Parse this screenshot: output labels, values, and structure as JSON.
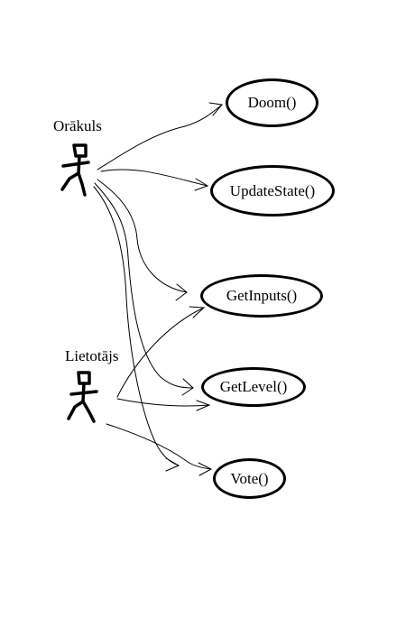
{
  "actors": [
    {
      "label": "Orākuls"
    },
    {
      "label": "Lietotājs"
    }
  ],
  "use_cases": [
    {
      "label": "Doom()"
    },
    {
      "label": "UpdateState()"
    },
    {
      "label": "GetInputs()"
    },
    {
      "label": "GetLevel()"
    },
    {
      "label": "Vote()"
    }
  ]
}
